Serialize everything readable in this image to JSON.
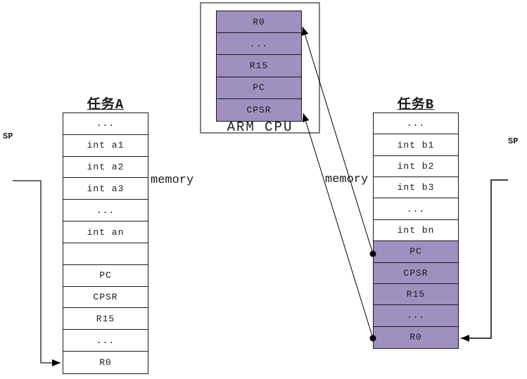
{
  "colors": {
    "register_fill": "#9e90bf"
  },
  "cpu": {
    "label": "ARM CPU",
    "registers": [
      {
        "label": "R0",
        "filled": true
      },
      {
        "label": "...",
        "filled": true
      },
      {
        "label": "R15",
        "filled": true
      },
      {
        "label": "PC",
        "filled": true
      },
      {
        "label": "CPSR",
        "filled": true
      }
    ]
  },
  "task_a": {
    "title": "任务A",
    "sp_label": "SP",
    "memory_label": "memory",
    "cells": [
      {
        "label": "...",
        "filled": false
      },
      {
        "label": "int a1",
        "filled": false
      },
      {
        "label": "int a2",
        "filled": false
      },
      {
        "label": "int a3",
        "filled": false
      },
      {
        "label": "...",
        "filled": false
      },
      {
        "label": "int an",
        "filled": false
      },
      {
        "label": "",
        "filled": false
      },
      {
        "label": "PC",
        "filled": false
      },
      {
        "label": "CPSR",
        "filled": false
      },
      {
        "label": "R15",
        "filled": false
      },
      {
        "label": "...",
        "filled": false
      },
      {
        "label": "R0",
        "filled": false
      }
    ]
  },
  "task_b": {
    "title": "任务B",
    "sp_label": "SP",
    "memory_label": "memory",
    "cells": [
      {
        "label": "...",
        "filled": false
      },
      {
        "label": "int b1",
        "filled": false
      },
      {
        "label": "int b2",
        "filled": false
      },
      {
        "label": "int b3",
        "filled": false
      },
      {
        "label": "...",
        "filled": false
      },
      {
        "label": "int bn",
        "filled": false
      },
      {
        "label": "PC",
        "filled": true
      },
      {
        "label": "CPSR",
        "filled": true
      },
      {
        "label": "R15",
        "filled": true
      },
      {
        "label": "...",
        "filled": true
      },
      {
        "label": "R0",
        "filled": true
      }
    ]
  }
}
